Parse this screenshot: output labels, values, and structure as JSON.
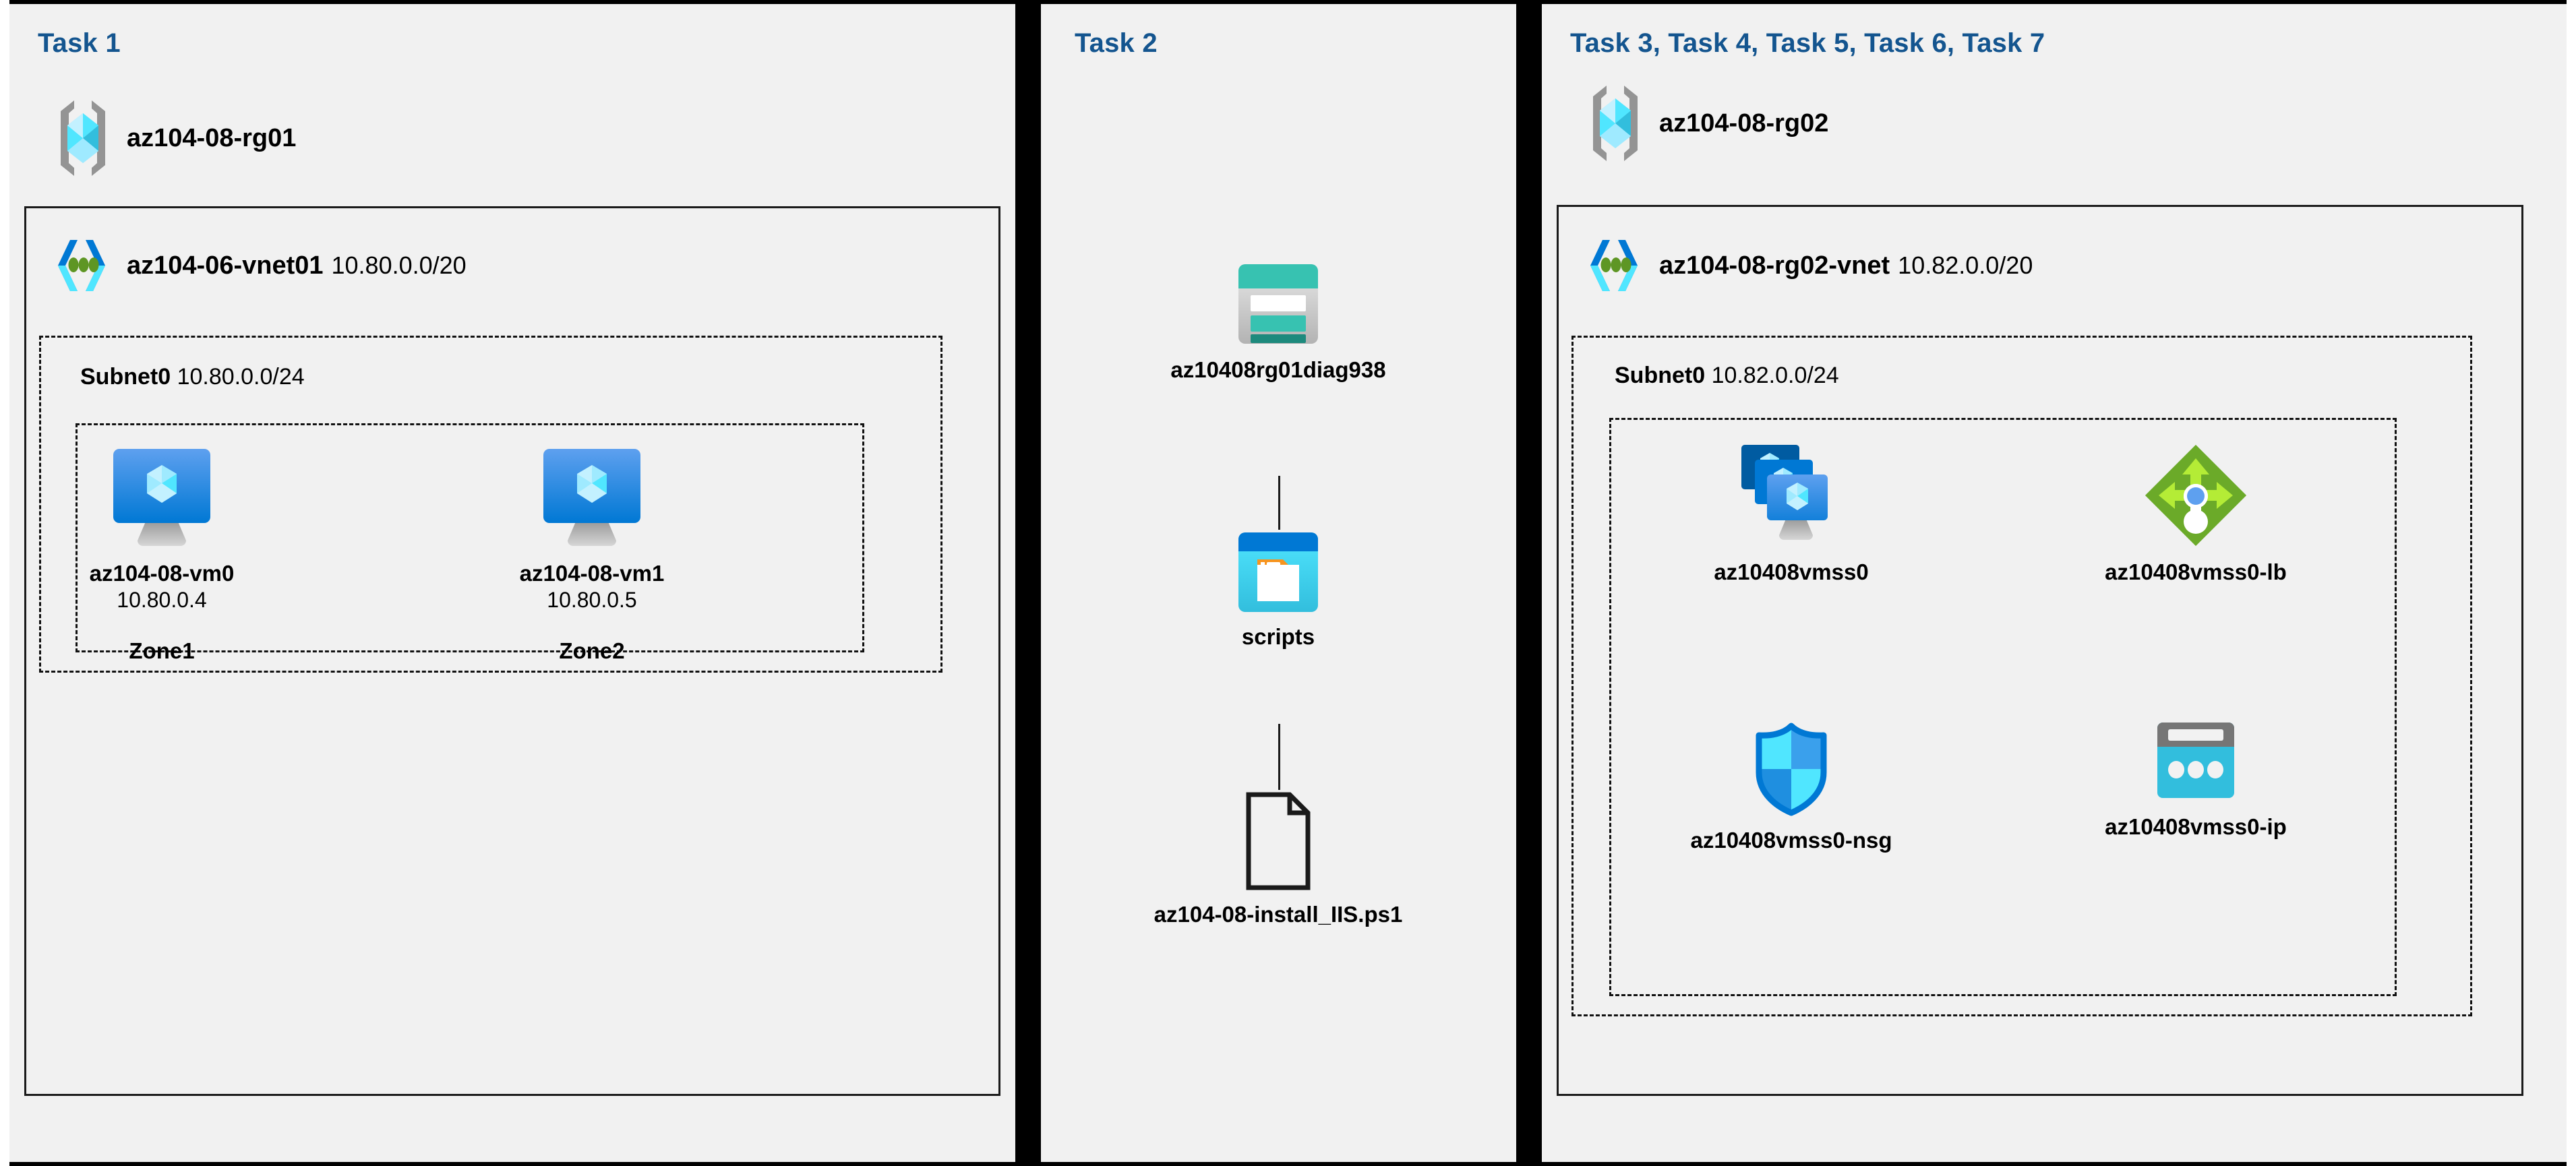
{
  "panels": [
    {
      "id": "task1",
      "task_label": "Task 1",
      "resource_group": {
        "icon": "resource-group-icon",
        "name": "az104-08-rg01"
      },
      "vnet": {
        "icon": "virtual-network-icon",
        "name": "az104-06-vnet01",
        "cidr": "10.80.0.0/20"
      },
      "subnet": {
        "name": "Subnet0",
        "cidr": "10.80.0.0/24"
      },
      "vms": [
        {
          "icon": "virtual-machine-icon",
          "name": "az104-08-vm0",
          "ip": "10.80.0.4",
          "zone": "Zone1"
        },
        {
          "icon": "virtual-machine-icon",
          "name": "az104-08-vm1",
          "ip": "10.80.0.5",
          "zone": "Zone2"
        }
      ]
    },
    {
      "id": "task2",
      "task_label": "Task 2",
      "nodes": [
        {
          "icon": "storage-account-icon",
          "name": "az10408rg01diag938"
        },
        {
          "icon": "blob-container-icon",
          "name": "scripts"
        },
        {
          "icon": "file-document-icon",
          "name": "az104-08-install_IIS.ps1"
        }
      ]
    },
    {
      "id": "task3",
      "task_label": "Task 3, Task 4, Task 5, Task 6, Task 7",
      "resource_group": {
        "icon": "resource-group-icon",
        "name": "az104-08-rg02"
      },
      "vnet": {
        "icon": "virtual-network-icon",
        "name": "az104-08-rg02-vnet",
        "cidr": "10.82.0.0/20"
      },
      "subnet": {
        "name": "Subnet0",
        "cidr": "10.82.0.0/24"
      },
      "resources": [
        {
          "icon": "vm-scale-set-icon",
          "name": "az10408vmss0"
        },
        {
          "icon": "load-balancer-icon",
          "name": "az10408vmss0-lb"
        },
        {
          "icon": "network-security-group-icon",
          "name": "az10408vmss0-nsg"
        },
        {
          "icon": "public-ip-address-icon",
          "name": "az10408vmss0-ip"
        }
      ]
    }
  ],
  "colors": {
    "task_label": "#14558f",
    "panel_background": "#f1f1f1",
    "page_background": "#ffffff",
    "border": "#000000",
    "azure_blue": "#0078d4",
    "cyan": "#32bedd",
    "teal": "#37c2b1",
    "green": "#7fba00",
    "gray": "#949494"
  }
}
